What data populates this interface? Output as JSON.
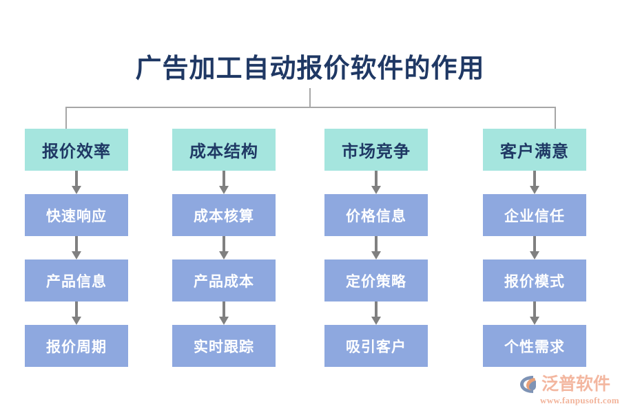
{
  "page": {
    "title": "广告加工自动报价软件的作用",
    "background_color": "#FFFFFF",
    "title_color": "#1F3864",
    "header_box_color": "#A5E5DE",
    "step_box_color": "#8EA8DF",
    "connector_color": "#A6A6A6",
    "arrow_color": "#808080"
  },
  "diagram": {
    "type": "flowchart",
    "root_label": "广告加工自动报价软件的作用",
    "columns": [
      {
        "header": "报价效率",
        "steps": [
          "快速响应",
          "产品信息",
          "报价周期"
        ]
      },
      {
        "header": "成本结构",
        "steps": [
          "成本核算",
          "产品成本",
          "实时跟踪"
        ]
      },
      {
        "header": "市场竞争",
        "steps": [
          "价格信息",
          "定价策略",
          "吸引客户"
        ]
      },
      {
        "header": "客户满意",
        "steps": [
          "企业信任",
          "报价模式",
          "个性需求"
        ]
      }
    ]
  },
  "watermark": {
    "brand_name": "泛普软件",
    "url": "www.fanpusoft.com",
    "mark_color": "#7E93B5",
    "accent_color": "#E8A078",
    "text_color": "#F3B7A0"
  }
}
